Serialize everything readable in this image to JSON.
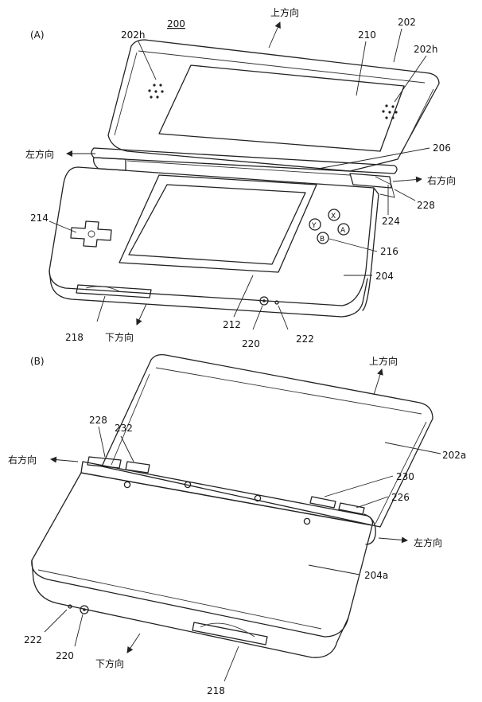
{
  "figure": {
    "label_a": "(A)",
    "label_b": "(B)",
    "title_ref": "200"
  },
  "panel_a": {
    "labels": {
      "up": "上方向",
      "down": "下方向",
      "left": "左方向",
      "right": "右方向",
      "r202": "202",
      "r202h_left": "202h",
      "r202h_right": "202h",
      "r204": "204",
      "r206": "206",
      "r210": "210",
      "r212": "212",
      "r214": "214",
      "r216": "216",
      "r218": "218",
      "r220": "220",
      "r222": "222",
      "r224": "224",
      "r228": "228"
    },
    "face_buttons": [
      "X",
      "Y",
      "A",
      "B"
    ]
  },
  "panel_b": {
    "labels": {
      "up": "上方向",
      "down": "下方向",
      "left": "左方向",
      "right": "右方向",
      "r202a": "202a",
      "r204a": "204a",
      "r218": "218",
      "r220": "220",
      "r222": "222",
      "r226": "226",
      "r228": "228",
      "r230": "230",
      "r232": "232"
    }
  }
}
